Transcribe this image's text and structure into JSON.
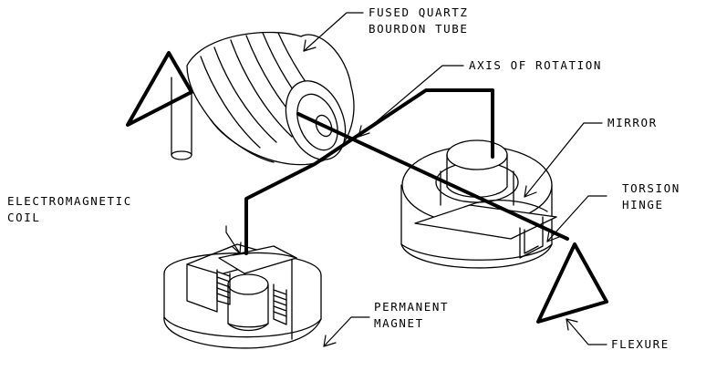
{
  "labels": {
    "bourdon_tube": [
      "FUSED QUARTZ",
      "BOURDON TUBE"
    ],
    "axis": "AXIS OF ROTATION",
    "mirror": "MIRROR",
    "coil": [
      "ELECTROMAGNETIC",
      "COIL"
    ],
    "torsion_hinge": [
      "TORSION",
      "HINGE"
    ],
    "magnet": [
      "PERMANENT",
      "MAGNET"
    ],
    "flexure": "FLEXURE"
  },
  "colors": {
    "ink": "#000000",
    "paper": "#ffffff"
  }
}
